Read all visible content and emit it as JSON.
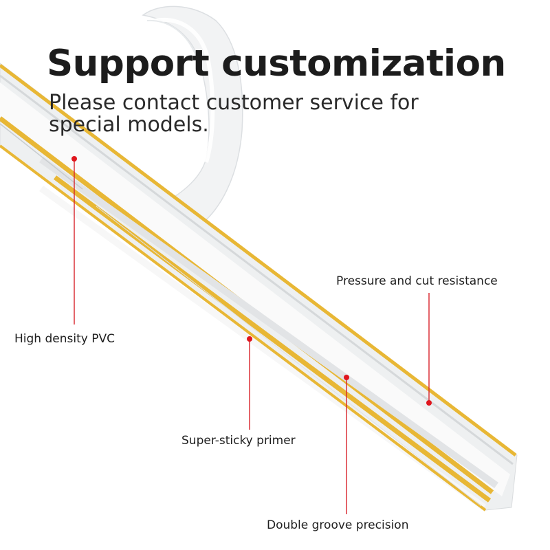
{
  "headline": "Support customization",
  "subheadline": "Please contact customer service for special models.",
  "callouts": {
    "pressure": "Pressure and cut resistance",
    "pvc": "High density PVC",
    "primer": "Super-sticky primer",
    "groove": "Double groove precision"
  },
  "colors": {
    "accent_gold": "#e8b735",
    "marker_red": "#e0161e",
    "leader_red": "#d8232a"
  }
}
